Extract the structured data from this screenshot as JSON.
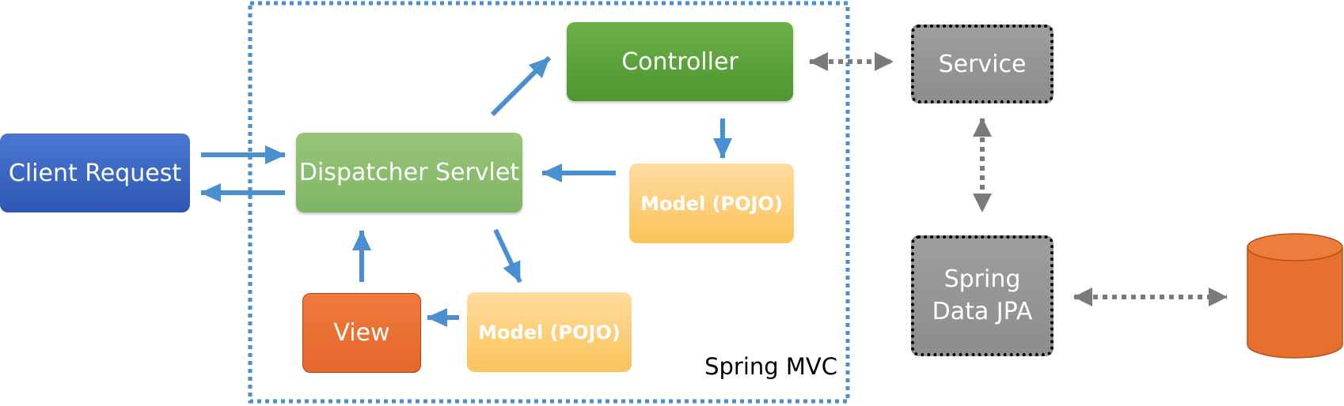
{
  "nodes": {
    "client_request": "Client Request",
    "dispatcher_servlet": "Dispatcher Servlet",
    "controller": "Controller",
    "model_right": "Model (POJO)",
    "model_bottom": "Model (POJO)",
    "view": "View",
    "service": "Service",
    "spring_data_jpa_line1": "Spring",
    "spring_data_jpa_line2": "Data JPA"
  },
  "boundary_label": "Spring MVC",
  "colors": {
    "arrow_blue": "#4a8fd1",
    "boundary_blue": "#4a8fd1",
    "dotted_arrow_gray": "#7a7a7a",
    "database_orange": "#e8702e"
  },
  "icons": [
    "database-cylinder-icon"
  ]
}
